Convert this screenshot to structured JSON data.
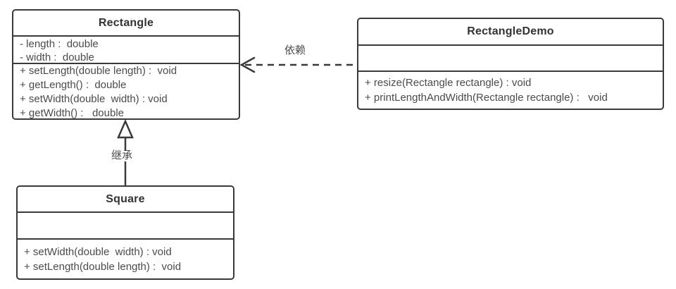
{
  "diagram": {
    "type": "uml-class-diagram",
    "colors": {
      "background": "#ffffff",
      "line": "#3a3a3a",
      "text": "#4b4b4b",
      "title_text": "#333333"
    },
    "classes": {
      "rectangle": {
        "name": "Rectangle",
        "attributes": [
          "- length :  double",
          "- width :  double"
        ],
        "methods": [
          "+ setLength(double length) :  void",
          "+ getLength() :  double",
          "+ setWidth(double  width) : void",
          "+ getWidth() :   double"
        ]
      },
      "rectangle_demo": {
        "name": "RectangleDemo",
        "attributes": [],
        "methods": [
          "+ resize(Rectangle rectangle) : void",
          "+ printLengthAndWidth(Rectangle rectangle) :   void"
        ]
      },
      "square": {
        "name": "Square",
        "attributes": [],
        "methods": [
          "+ setWidth(double  width) : void",
          "+ setLength(double length) :  void"
        ]
      }
    },
    "relations": {
      "dependency": {
        "label": "依赖",
        "style": "dashed-open-arrow",
        "from": "RectangleDemo",
        "to": "Rectangle"
      },
      "inheritance": {
        "label": "继承",
        "style": "solid-hollow-triangle",
        "from": "Square",
        "to": "Rectangle"
      }
    }
  }
}
